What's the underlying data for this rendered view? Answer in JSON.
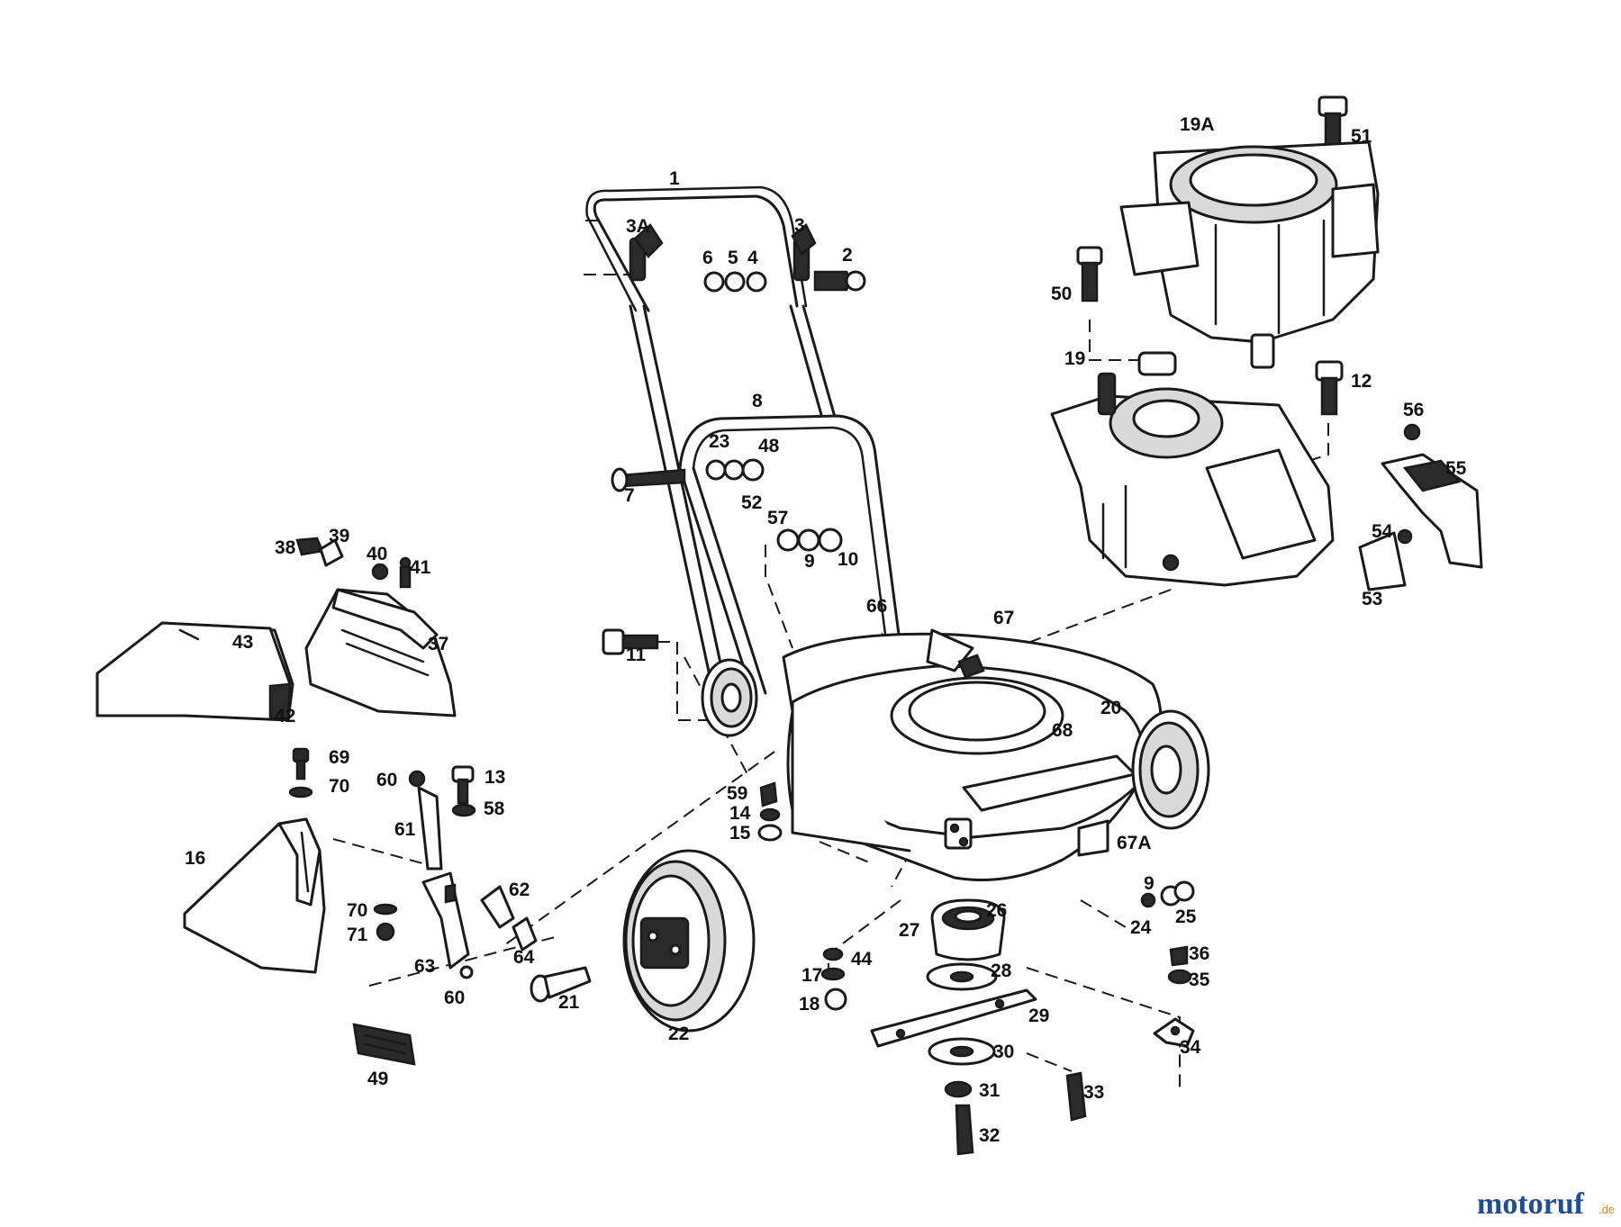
{
  "diagram": {
    "parts": [
      {
        "id": "1",
        "label": "1"
      },
      {
        "id": "2",
        "label": "2"
      },
      {
        "id": "3",
        "label": "3"
      },
      {
        "id": "3A",
        "label": "3A"
      },
      {
        "id": "4",
        "label": "4"
      },
      {
        "id": "5",
        "label": "5"
      },
      {
        "id": "6",
        "label": "6"
      },
      {
        "id": "7",
        "label": "7"
      },
      {
        "id": "8",
        "label": "8"
      },
      {
        "id": "9a",
        "label": "9"
      },
      {
        "id": "9b",
        "label": "9"
      },
      {
        "id": "10",
        "label": "10"
      },
      {
        "id": "11",
        "label": "11"
      },
      {
        "id": "12",
        "label": "12"
      },
      {
        "id": "13",
        "label": "13"
      },
      {
        "id": "14",
        "label": "14"
      },
      {
        "id": "15",
        "label": "15"
      },
      {
        "id": "16",
        "label": "16"
      },
      {
        "id": "17",
        "label": "17"
      },
      {
        "id": "18",
        "label": "18"
      },
      {
        "id": "19",
        "label": "19"
      },
      {
        "id": "19A",
        "label": "19A"
      },
      {
        "id": "20",
        "label": "20"
      },
      {
        "id": "21",
        "label": "21"
      },
      {
        "id": "22",
        "label": "22"
      },
      {
        "id": "23",
        "label": "23"
      },
      {
        "id": "24",
        "label": "24"
      },
      {
        "id": "25",
        "label": "25"
      },
      {
        "id": "26",
        "label": "26"
      },
      {
        "id": "27",
        "label": "27"
      },
      {
        "id": "28",
        "label": "28"
      },
      {
        "id": "29",
        "label": "29"
      },
      {
        "id": "30",
        "label": "30"
      },
      {
        "id": "31",
        "label": "31"
      },
      {
        "id": "32",
        "label": "32"
      },
      {
        "id": "33",
        "label": "33"
      },
      {
        "id": "34",
        "label": "34"
      },
      {
        "id": "35",
        "label": "35"
      },
      {
        "id": "36",
        "label": "36"
      },
      {
        "id": "37",
        "label": "37"
      },
      {
        "id": "38",
        "label": "38"
      },
      {
        "id": "39",
        "label": "39"
      },
      {
        "id": "40",
        "label": "40"
      },
      {
        "id": "41",
        "label": "41"
      },
      {
        "id": "42",
        "label": "42"
      },
      {
        "id": "43",
        "label": "43"
      },
      {
        "id": "44",
        "label": "44"
      },
      {
        "id": "48",
        "label": "48"
      },
      {
        "id": "49",
        "label": "49"
      },
      {
        "id": "50",
        "label": "50"
      },
      {
        "id": "51",
        "label": "51"
      },
      {
        "id": "52",
        "label": "52"
      },
      {
        "id": "53",
        "label": "53"
      },
      {
        "id": "54",
        "label": "54"
      },
      {
        "id": "55",
        "label": "55"
      },
      {
        "id": "56",
        "label": "56"
      },
      {
        "id": "57",
        "label": "57"
      },
      {
        "id": "58",
        "label": "58"
      },
      {
        "id": "59",
        "label": "59"
      },
      {
        "id": "60a",
        "label": "60"
      },
      {
        "id": "60b",
        "label": "60"
      },
      {
        "id": "61",
        "label": "61"
      },
      {
        "id": "62",
        "label": "62"
      },
      {
        "id": "63",
        "label": "63"
      },
      {
        "id": "64",
        "label": "64"
      },
      {
        "id": "66",
        "label": "66"
      },
      {
        "id": "67",
        "label": "67"
      },
      {
        "id": "67A",
        "label": "67A"
      },
      {
        "id": "68",
        "label": "68"
      },
      {
        "id": "69",
        "label": "69"
      },
      {
        "id": "70a",
        "label": "70"
      },
      {
        "id": "70b",
        "label": "70"
      },
      {
        "id": "71",
        "label": "71"
      }
    ]
  },
  "watermark": {
    "brand": "motoruf",
    "tld": ".de"
  },
  "colors": {
    "ink": "#1a1a1a",
    "background": "#ffffff",
    "watermark_main": "#1f4e96",
    "watermark_accent": "#e8891c"
  }
}
